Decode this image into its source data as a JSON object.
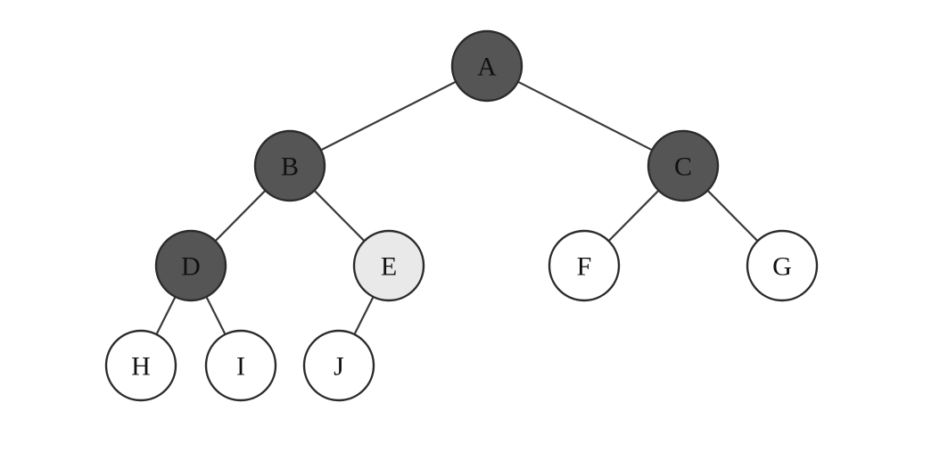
{
  "colors": {
    "dark": "#555555",
    "light": "#e9e9e9",
    "white": "#ffffff",
    "stroke": "#2b2b2b",
    "edge": "#3a3a3a"
  },
  "tree": {
    "nodes": [
      {
        "id": "A",
        "label": "A",
        "fill": "dark"
      },
      {
        "id": "B",
        "label": "B",
        "fill": "dark"
      },
      {
        "id": "C",
        "label": "C",
        "fill": "dark"
      },
      {
        "id": "D",
        "label": "D",
        "fill": "dark"
      },
      {
        "id": "E",
        "label": "E",
        "fill": "light"
      },
      {
        "id": "F",
        "label": "F",
        "fill": "white"
      },
      {
        "id": "G",
        "label": "G",
        "fill": "white"
      },
      {
        "id": "H",
        "label": "H",
        "fill": "white"
      },
      {
        "id": "I",
        "label": "I",
        "fill": "white"
      },
      {
        "id": "J",
        "label": "J",
        "fill": "white"
      }
    ],
    "edges": [
      [
        "A",
        "B"
      ],
      [
        "A",
        "C"
      ],
      [
        "B",
        "D"
      ],
      [
        "B",
        "E"
      ],
      [
        "C",
        "F"
      ],
      [
        "C",
        "G"
      ],
      [
        "D",
        "H"
      ],
      [
        "D",
        "I"
      ],
      [
        "E",
        "J"
      ]
    ]
  }
}
